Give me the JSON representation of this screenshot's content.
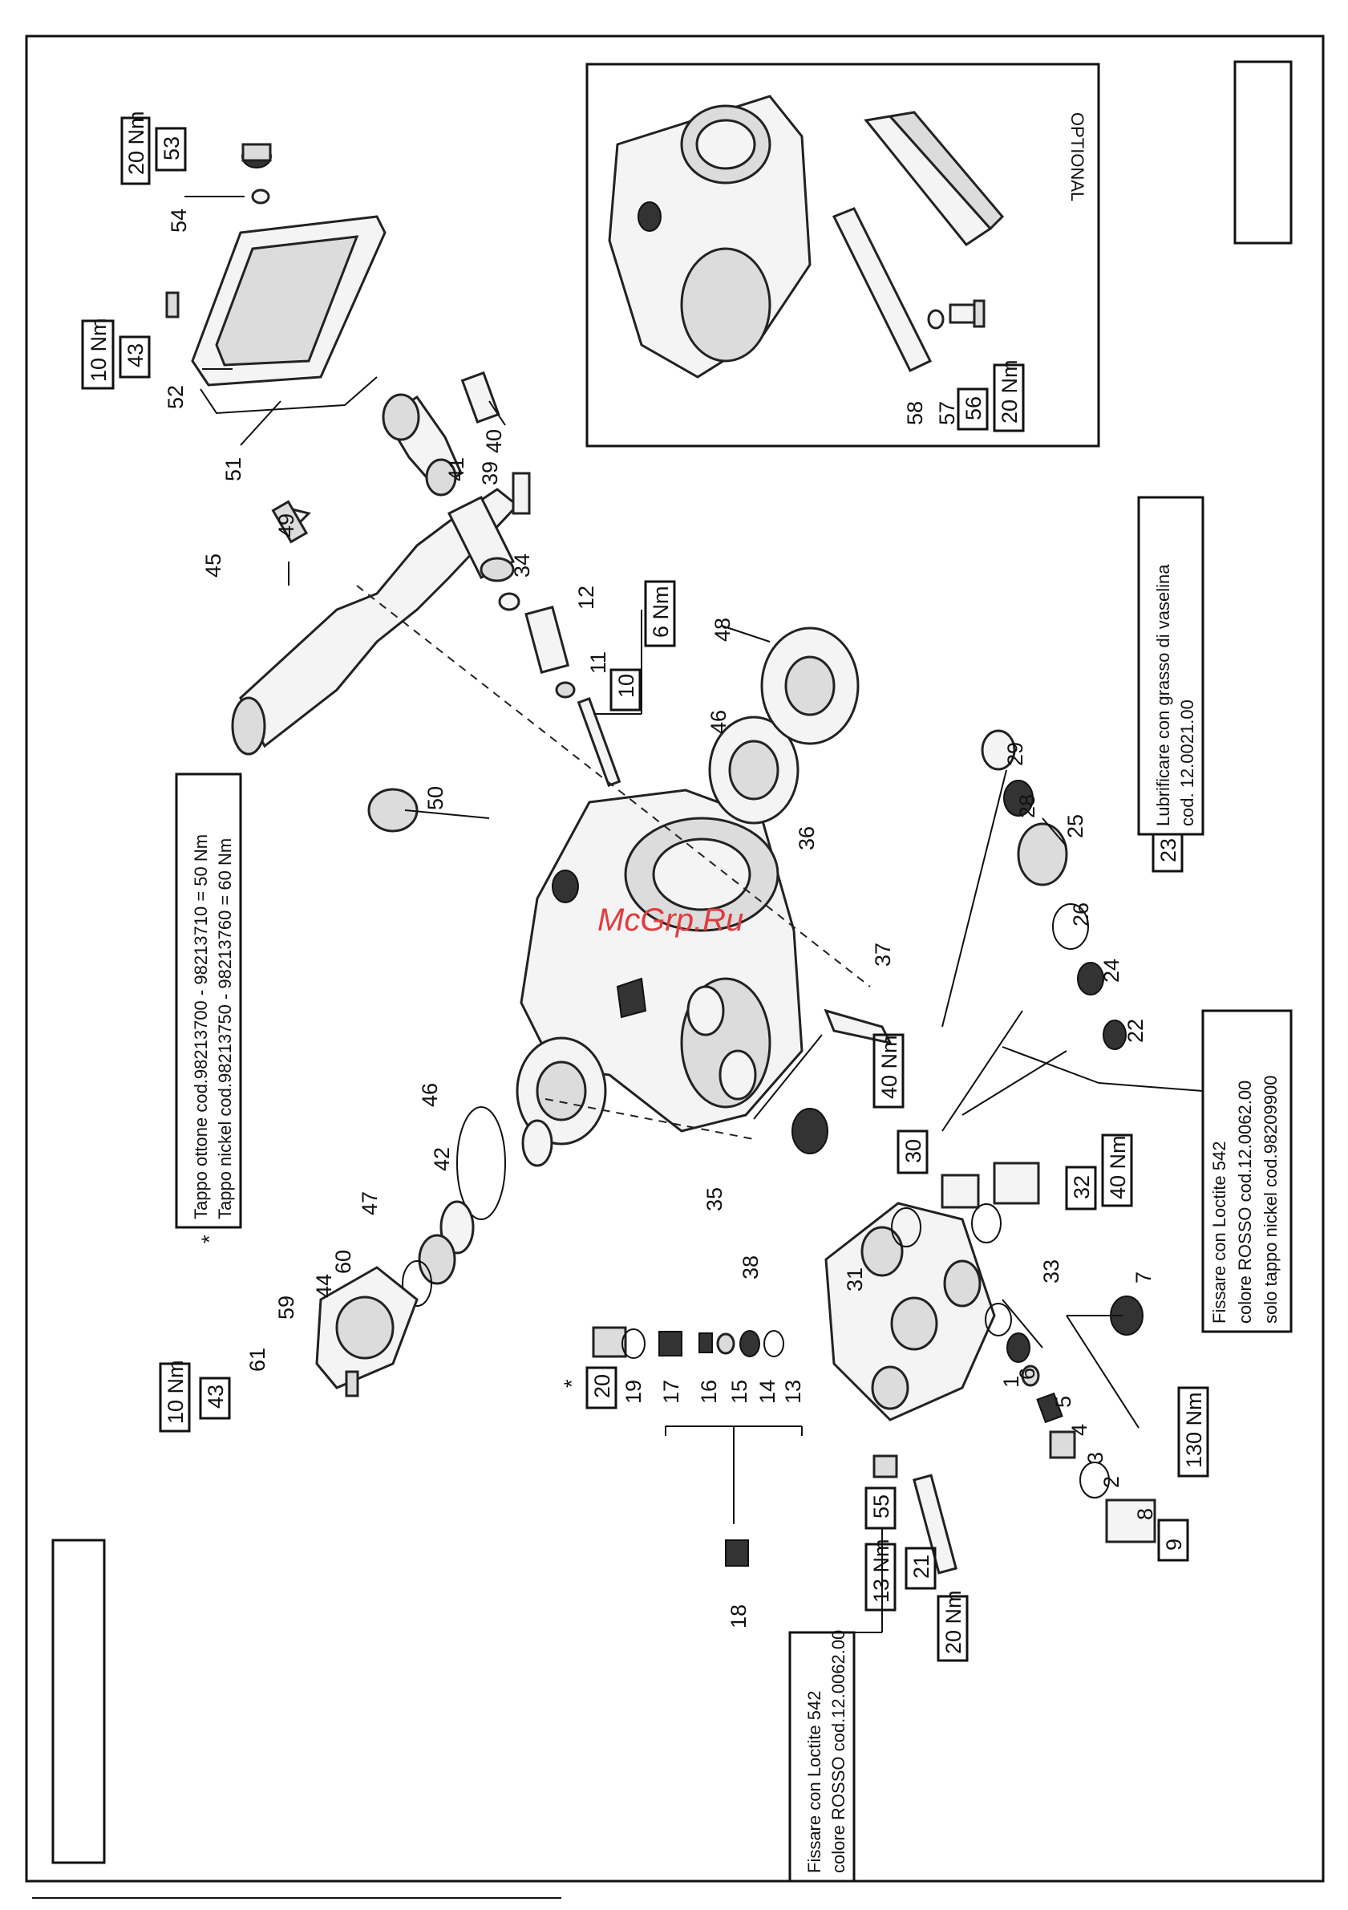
{
  "watermark": "McGrp.Ru",
  "optional_label": "OPTIONAL",
  "notes": {
    "tappo_line1": "Tappo ottone cod.98213700 - 98213710 = 50 Nm",
    "tappo_line2": "Tappo nickel cod.98213750 - 98213760 = 60 Nm",
    "tappo_star": "*",
    "lubrificare_line1": "Lubrificare con grasso di vaselina",
    "lubrificare_line2": "cod. 12.0021.00",
    "fissare_right_line1": "Fissare  con Loctite 542",
    "fissare_right_line2": "colore ROSSO cod.12.0062.00",
    "fissare_right_line3": "solo tappo nickel cod.98209900",
    "fissare_left_line1": "Fissare  con Loctite 542",
    "fissare_left_line2": "colore ROSSO cod.12.0062.00",
    "star_20": "*"
  },
  "boxed_parts": [
    "53",
    "43",
    "10",
    "23",
    "30",
    "32",
    "56",
    "43",
    "20",
    "55",
    "21",
    "9"
  ],
  "torques": [
    "20 Nm",
    "10 Nm",
    "6 Nm",
    "40 Nm",
    "40 Nm",
    "20 Nm",
    "10 Nm",
    "13 Nm",
    "20 Nm",
    "130 Nm"
  ],
  "labels": [
    "54",
    "52",
    "51",
    "40",
    "41",
    "49",
    "45",
    "39",
    "34",
    "12",
    "11",
    "48",
    "46",
    "50",
    "36",
    "29",
    "28",
    "25",
    "26",
    "24",
    "22",
    "37",
    "46",
    "42",
    "47",
    "35",
    "38",
    "31",
    "33",
    "60",
    "44",
    "59",
    "61",
    "1",
    "6",
    "5",
    "4",
    "3",
    "2",
    "8",
    "7",
    "19",
    "17",
    "16",
    "15",
    "14",
    "13",
    "18",
    "58",
    "57"
  ]
}
